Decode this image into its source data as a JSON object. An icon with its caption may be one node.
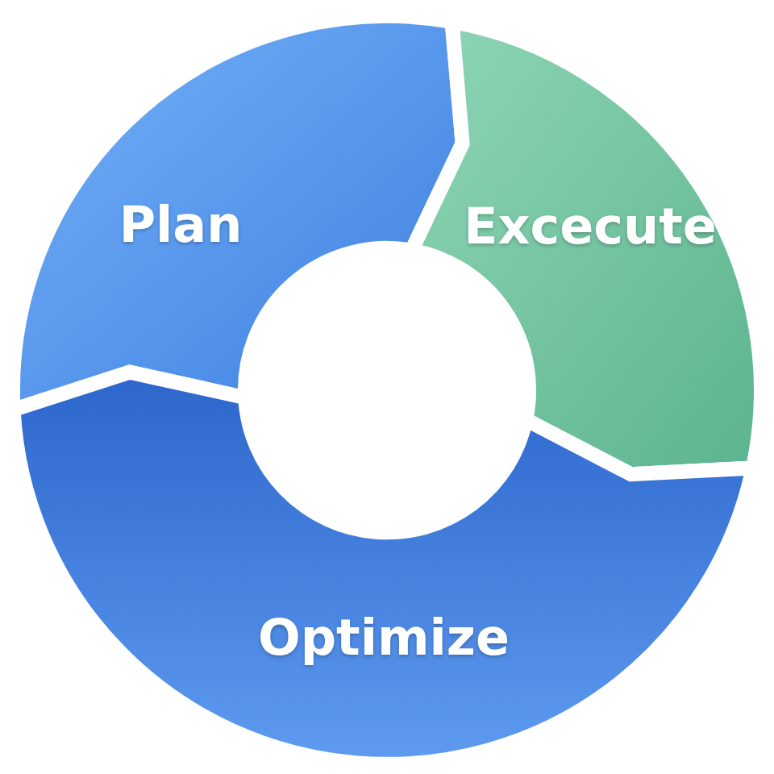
{
  "diagram": {
    "nodes": [
      {
        "text": [
          "Plan"
        ]
      },
      {
        "text": [
          "Excecute"
        ]
      },
      {
        "text": [
          "Optimize"
        ]
      }
    ]
  }
}
